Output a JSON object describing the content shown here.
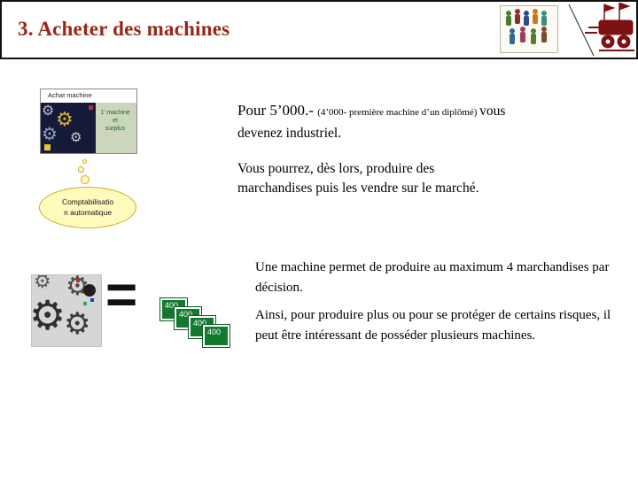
{
  "slide": {
    "title": "3.  Acheter des machines"
  },
  "achat": {
    "title": "Achat machine",
    "caption": "1’ machine\net\nsurplus"
  },
  "callout": {
    "line1": "Comptabilisatio",
    "line2": "n automatique"
  },
  "text": {
    "p1_big": "Pour  5’000.- ",
    "p1_small": "(4’000- première machine d’un diplômé) ",
    "p1_rest": "vous devenez industriel.",
    "p2": "Vous pourrez, dès lors, produire des marchandises puis les vendre sur le marché.",
    "p3": "Une machine permet de produire au maximum 4 marchandises par décision.",
    "p4": "Ainsi, pour produire plus ou pour se protéger de certains risques, il peut être intéressant de posséder plusieurs machines."
  },
  "equation": {
    "equals": "=",
    "cards": [
      {
        "value": "400"
      },
      {
        "value": "400"
      },
      {
        "value": "400"
      },
      {
        "value": "400"
      }
    ]
  },
  "colors": {
    "title_red": "#9a2617",
    "card_green": "#117a2f",
    "callout_fill": "#fffbbd",
    "callout_border": "#d9a520"
  }
}
